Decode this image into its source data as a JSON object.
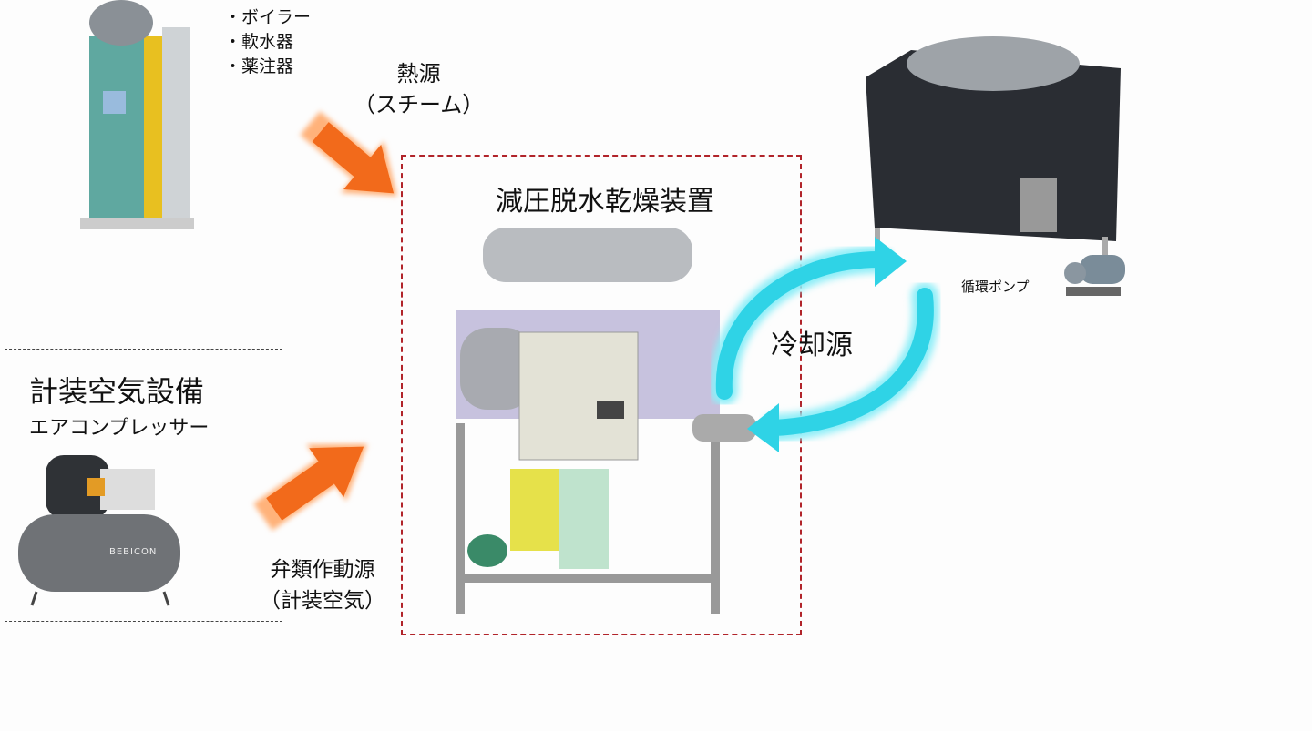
{
  "boiler": {
    "bullets": [
      "・ボイラー",
      "・軟水器",
      "・薬注器"
    ]
  },
  "heat_source": {
    "line1": "熱源",
    "line2": "（スチーム）"
  },
  "device": {
    "title": "減圧脱水乾燥装置"
  },
  "cooling": {
    "label": "冷却源",
    "pump_label": "循環ポンプ"
  },
  "air": {
    "title": "計装空気設備",
    "subtitle": "エアコンプレッサー",
    "logo": "BEBICON"
  },
  "valve": {
    "line1": "弁類作動源",
    "line2": "（計装空気）"
  },
  "colors": {
    "arrow_orange": "#f26a1b",
    "cool_cyan": "#2fd3e6",
    "dash_red": "#b1242a"
  }
}
